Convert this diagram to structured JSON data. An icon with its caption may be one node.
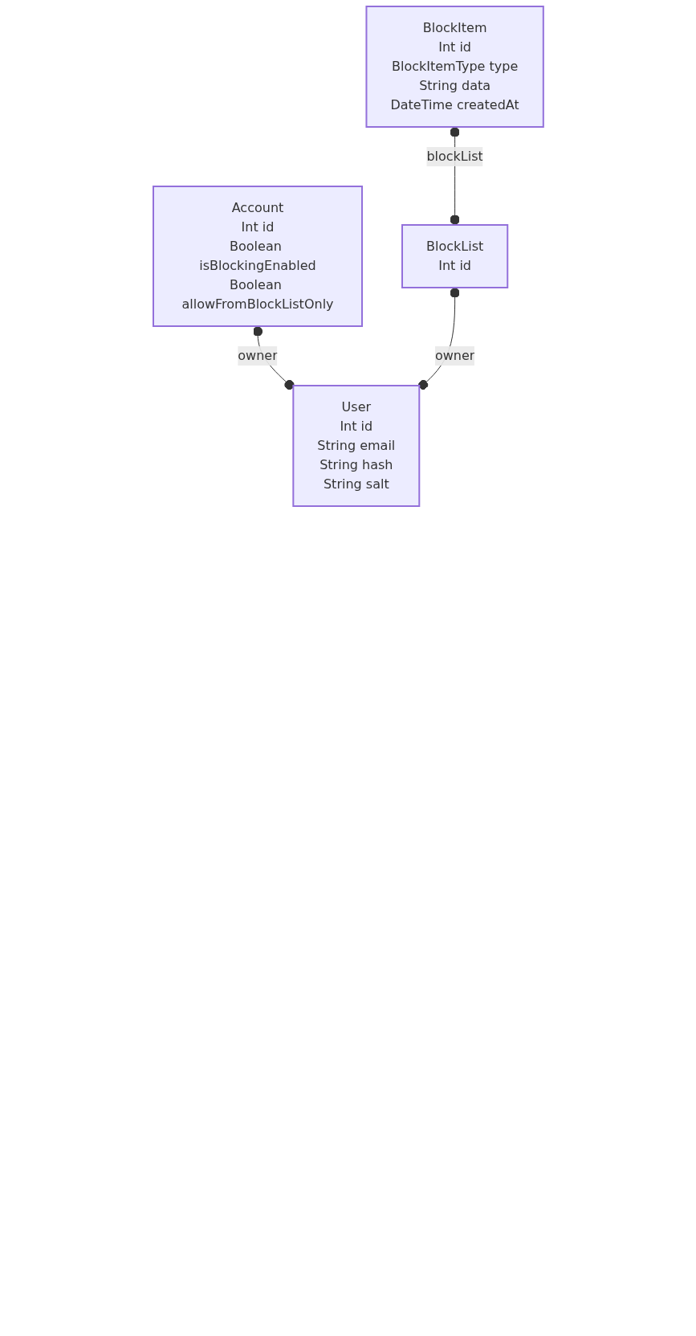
{
  "diagram": {
    "nodes": [
      {
        "text": [
          "BlockItem",
          "Int",
          "id",
          "BlockItemType",
          "type",
          "String",
          "data",
          "DateTime",
          "createdAt"
        ]
      },
      {
        "text": [
          "Account",
          "Int",
          "id",
          "Boolean",
          "isBlockingEnabled",
          "Boolean",
          "allowFromBlockListOnly"
        ]
      },
      {
        "text": [
          "BlockList",
          "Int",
          "id"
        ]
      },
      {
        "text": [
          "User",
          "Int",
          "id",
          "String",
          "email",
          "String",
          "hash",
          "String",
          "salt"
        ]
      }
    ],
    "edges": [
      {
        "from": 0,
        "to": 2,
        "arrow": "other",
        "label": "blockList"
      },
      {
        "from": 1,
        "to": 3,
        "arrow": "other",
        "label": "owner"
      },
      {
        "from": 2,
        "to": 3,
        "arrow": "other",
        "label": "owner"
      }
    ]
  }
}
